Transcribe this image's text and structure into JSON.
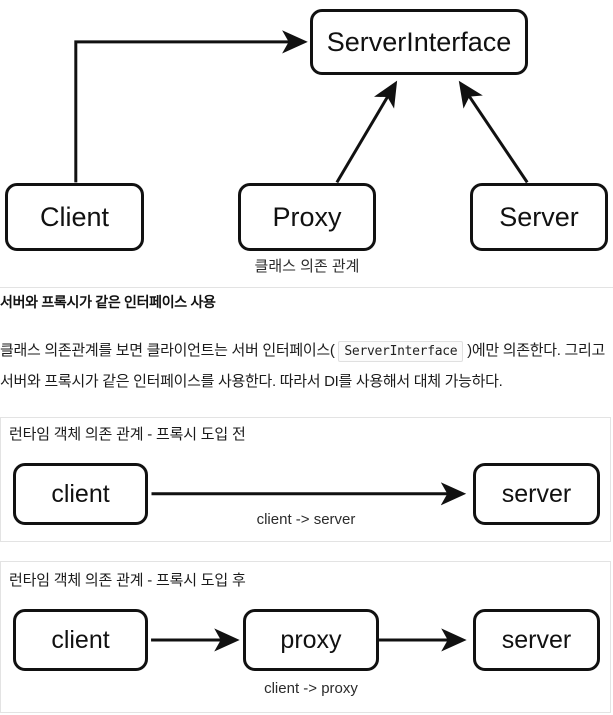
{
  "colors": {
    "node_stroke": "#111111",
    "frame_border": "#e3e3e3",
    "text": "#1b1b1b",
    "code_bg": "#fbfbfb",
    "code_border": "#e0e0e0",
    "page_bg": "#ffffff"
  },
  "class_diagram": {
    "caption": "클래스 의존 관계",
    "nodes": {
      "server_interface": "ServerInterface",
      "client": "Client",
      "proxy": "Proxy",
      "server": "Server"
    },
    "edges": [
      {
        "from": "Client",
        "to": "ServerInterface",
        "style": "orthogonal-arrow"
      },
      {
        "from": "Proxy",
        "to": "ServerInterface",
        "style": "diagonal-arrow"
      },
      {
        "from": "Server",
        "to": "ServerInterface",
        "style": "diagonal-arrow"
      }
    ]
  },
  "prose": {
    "heading": "서버와 프록시가 같은 인터페이스 사용",
    "body_part1": "클래스 의존관계를 보면 클라이언트는 서버 인터페이스( ",
    "body_code": "ServerInterface",
    "body_part2": " )에만 의존한다. 그리고 서버와 프록시가 같은 인터페이스를 사용한다. 따라서 DI를 사용해서 대체 가능하다."
  },
  "runtime_before": {
    "title": "런타임 객체 의존 관계 - 프록시 도입 전",
    "caption": "client -> server",
    "nodes": {
      "client": "client",
      "server": "server"
    },
    "edges": [
      {
        "from": "client",
        "to": "server",
        "style": "arrow"
      }
    ]
  },
  "runtime_after": {
    "title": "런타임 객체 의존 관계 - 프록시 도입 후",
    "caption": "client -> proxy",
    "nodes": {
      "client": "client",
      "proxy": "proxy",
      "server": "server"
    },
    "edges": [
      {
        "from": "client",
        "to": "proxy",
        "style": "arrow"
      },
      {
        "from": "proxy",
        "to": "server",
        "style": "arrow"
      }
    ]
  }
}
